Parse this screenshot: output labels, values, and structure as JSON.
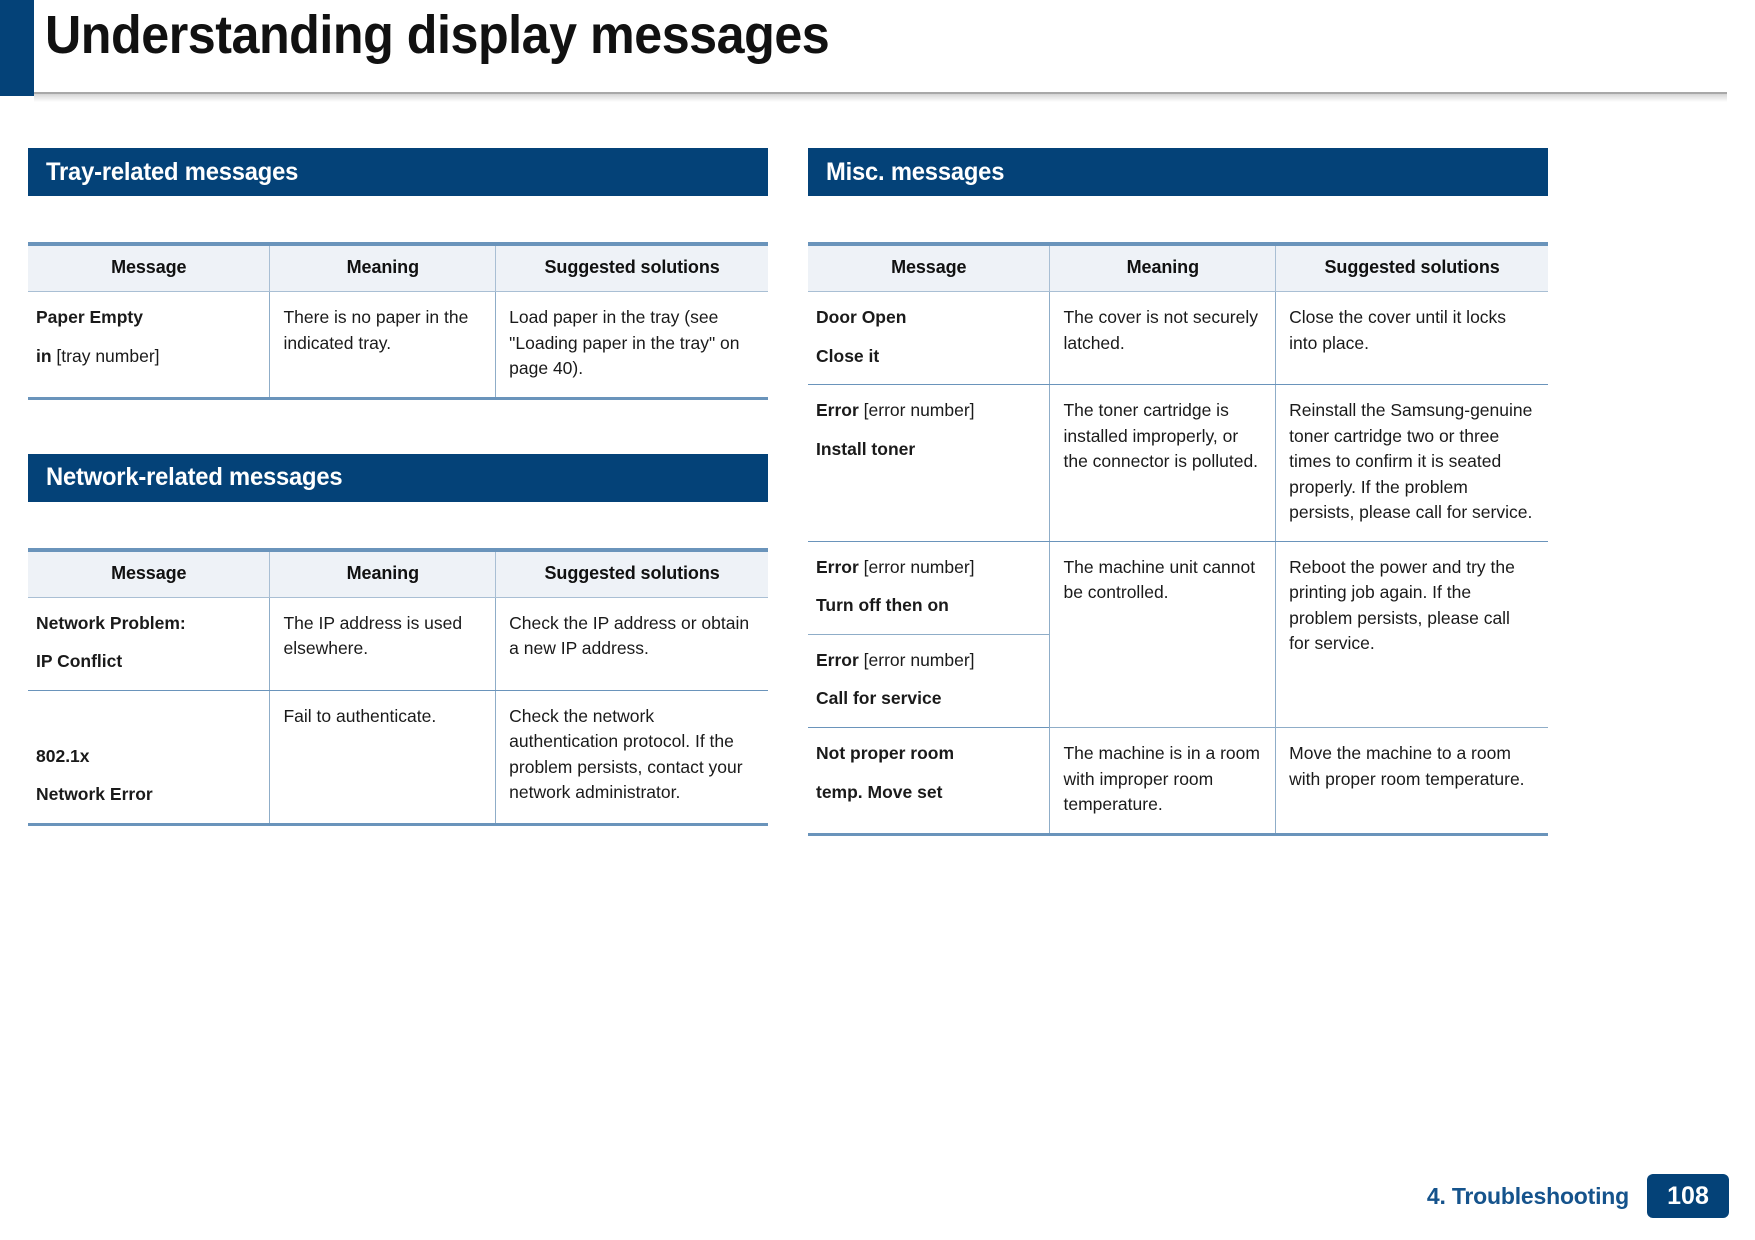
{
  "header": {
    "title": "Understanding display messages"
  },
  "table_columns": [
    "Message",
    "Meaning",
    "Suggested solutions"
  ],
  "sections": [
    {
      "id": "tray-related",
      "banner": "Tray-related messages",
      "rows": [
        {
          "message_bold": "Paper Empty",
          "message_bold2": "in",
          "message_plain2": " [tray number]",
          "meaning": "There is no paper in the indicated tray.",
          "solution": "Load paper in the tray (see \"Loading paper in the tray\" on page 40)."
        }
      ]
    },
    {
      "id": "network-related",
      "banner": "Network-related messages",
      "rows": [
        {
          "message_bold": "Network Problem:",
          "message_bold2": "IP Conflict",
          "meaning": "The IP address is used elsewhere.",
          "solution": "Check the IP address or obtain a new IP address."
        },
        {
          "message_bold": "802.1x",
          "message_bold2": "Network Error",
          "meaning": "Fail to authenticate.",
          "solution": "Check the network authentication protocol. If the problem persists, contact your network administrator."
        }
      ]
    },
    {
      "id": "misc",
      "banner": "Misc. messages",
      "rows": [
        {
          "message_bold": "Door Open",
          "message_bold2": "Close it",
          "meaning": "The cover is not securely latched.",
          "solution": "Close the cover until it locks into place."
        },
        {
          "message_bold": "Error",
          "message_plain": " [error number]",
          "message_bold2": "Install toner",
          "meaning": "The toner cartridge is installed improperly, or the connector is polluted.",
          "solution": "Reinstall the Samsung-genuine toner cartridge two or three times to confirm it is seated properly. If the problem persists, please call for service."
        },
        {
          "message_bold": "Error",
          "message_plain": " [error number]",
          "message_bold2": "Turn off then on",
          "meaning": "The machine unit cannot be controlled.",
          "solution": "Reboot the power and try the printing job again. If the problem persists, please call for service."
        },
        {
          "message_bold": "Error",
          "message_plain": " [error number]",
          "message_bold2": "Call for service",
          "meaning": "",
          "solution": ""
        },
        {
          "message_bold": "Not proper room",
          "message_bold2": "temp. Move set",
          "meaning": "The machine is in a room with improper room temperature.",
          "solution": "Move the machine to a room with proper room temperature."
        }
      ]
    }
  ],
  "footer": {
    "chapter": "4. Troubleshooting",
    "page_number": "108"
  },
  "colors": {
    "banner_blue": "#044278",
    "table_header_bg": "#eef2f7",
    "border_blue": "#6a94bb",
    "footer_text": "#15538c"
  }
}
